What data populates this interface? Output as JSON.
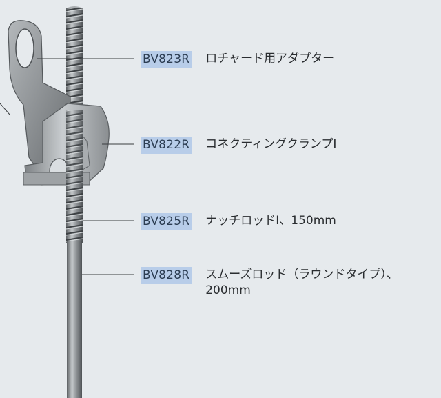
{
  "colors": {
    "background": "#e6eaed",
    "code_highlight": "#b8cde9",
    "leader_line": "#3a3d40"
  },
  "callouts": [
    {
      "code": "BV823R",
      "label": "ロチャード用アダプター"
    },
    {
      "code": "BV822R",
      "label": "コネクティングクランプI"
    },
    {
      "code": "BV825R",
      "label": "ナッチロッドI、150mm"
    },
    {
      "code": "BV828R",
      "label": "スムーズロッド（ラウンドタイプ）、\n200mm"
    }
  ]
}
